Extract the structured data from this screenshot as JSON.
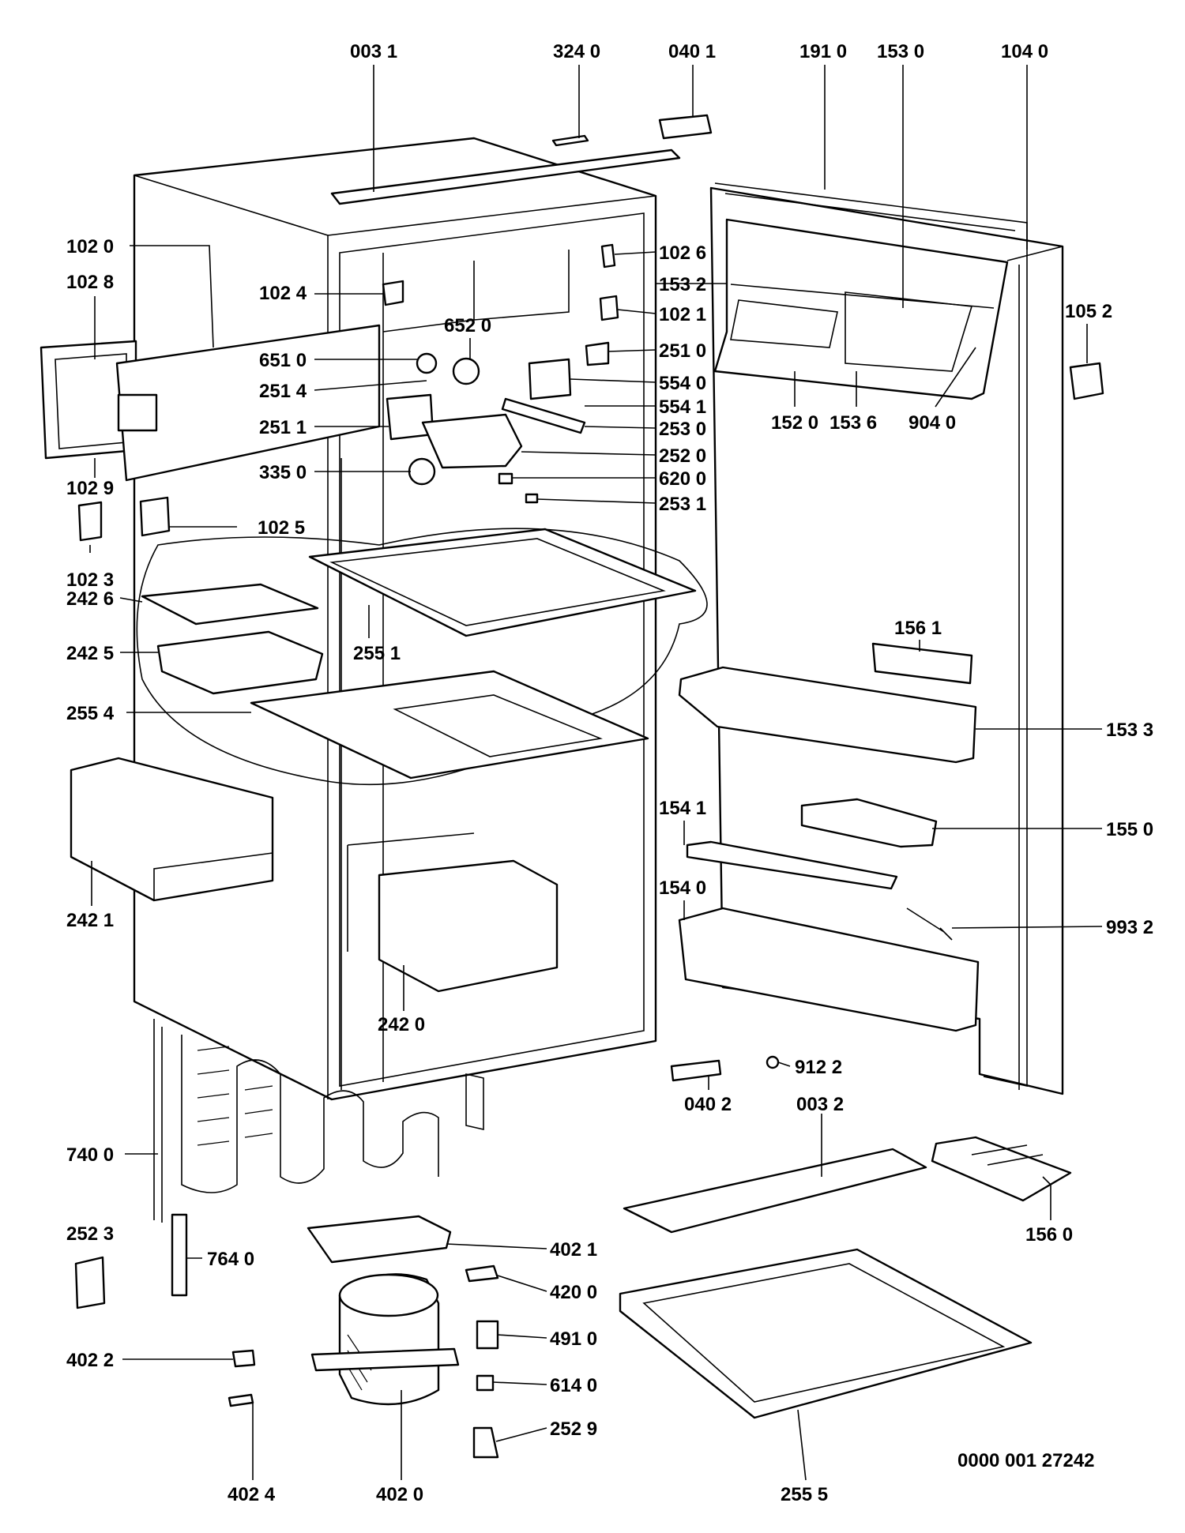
{
  "drawing_number": "0000 001 27242",
  "labels": {
    "l003_1": "003 1",
    "l324_0": "324 0",
    "l040_1": "040 1",
    "l191_0": "191 0",
    "l153_0": "153 0",
    "l104_0": "104 0",
    "l102_0": "102 0",
    "l102_8": "102 8",
    "l102_4": "102 4",
    "l652_0": "652 0",
    "l651_0": "651 0",
    "l251_4": "251 4",
    "l251_1": "251 1",
    "l335_0": "335 0",
    "l102_9": "102 9",
    "l102_5": "102 5",
    "l102_3": "102 3",
    "l242_6": "242 6",
    "l242_5": "242 5",
    "l255_1": "255 1",
    "l255_4": "255 4",
    "l242_1": "242 1",
    "l242_0": "242 0",
    "l740_0": "740 0",
    "l252_3": "252 3",
    "l764_0": "764 0",
    "l402_2": "402 2",
    "l402_4": "402 4",
    "l402_0": "402 0",
    "l402_1": "402 1",
    "l420_0": "420 0",
    "l491_0": "491 0",
    "l614_0": "614 0",
    "l252_9": "252 9",
    "l102_6": "102 6",
    "l153_2": "153 2",
    "l102_1": "102 1",
    "l251_0": "251 0",
    "l554_0": "554 0",
    "l554_1": "554 1",
    "l253_0": "253 0",
    "l252_0": "252 0",
    "l620_0": "620 0",
    "l253_1": "253 1",
    "l152_0": "152 0",
    "l153_6": "153 6",
    "l904_0": "904 0",
    "l105_2": "105 2",
    "l156_1": "156 1",
    "l153_3": "153 3",
    "l154_1": "154 1",
    "l155_0": "155 0",
    "l154_0": "154 0",
    "l993_2": "993 2",
    "l040_2": "040 2",
    "l912_2": "912 2",
    "l003_2": "003 2",
    "l156_0": "156 0",
    "l255_5": "255 5"
  }
}
